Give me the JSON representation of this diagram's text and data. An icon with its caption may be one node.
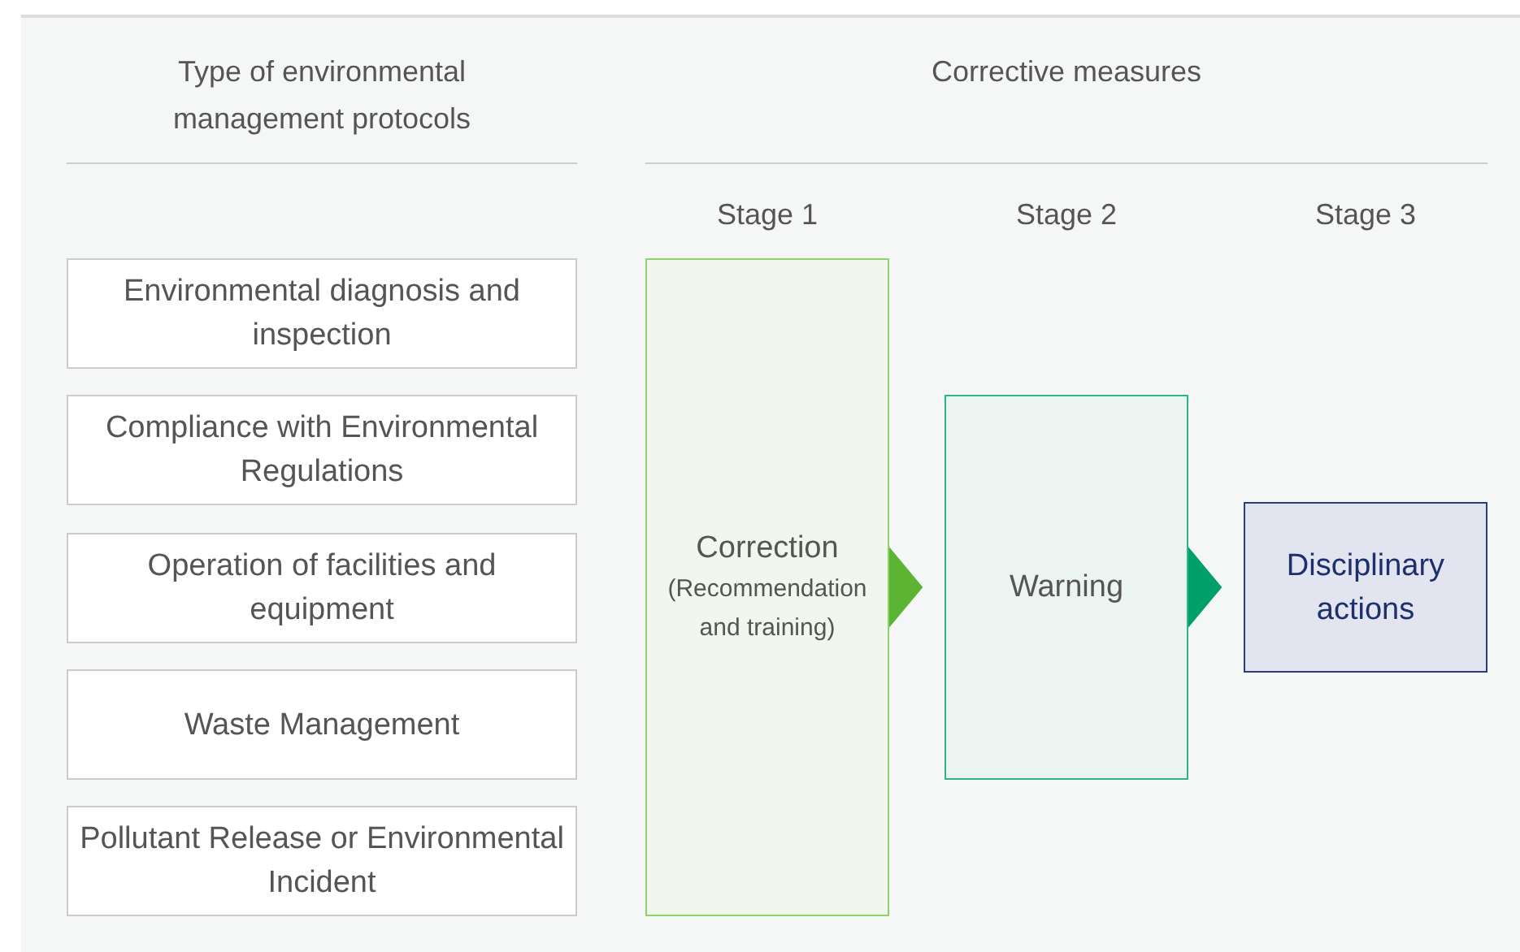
{
  "diagram": {
    "nodes": [
      {
        "text": [
          "Environmental diagnosis and inspection"
        ]
      },
      {
        "text": [
          "Compliance with Environmental Regulations"
        ]
      },
      {
        "text": [
          "Operation of facilities and equipment"
        ]
      },
      {
        "text": [
          "Waste Management"
        ]
      },
      {
        "text": [
          "Pollutant Release or Environmental Incident"
        ]
      },
      {
        "text": [
          "Correction",
          "(Recommendation and training)"
        ]
      },
      {
        "text": [
          "Warning"
        ]
      },
      {
        "text": [
          "Disciplinary actions"
        ]
      }
    ],
    "edges": [
      {
        "from": 5,
        "to": 6,
        "arrow": "to",
        "color": "#5cb532"
      },
      {
        "from": 6,
        "to": 7,
        "arrow": "to",
        "color": "#00a06a"
      }
    ],
    "labels": [
      "Type of environmental management protocols",
      "Corrective measures",
      "Stage 1",
      "Stage 2",
      "Stage 3"
    ]
  }
}
